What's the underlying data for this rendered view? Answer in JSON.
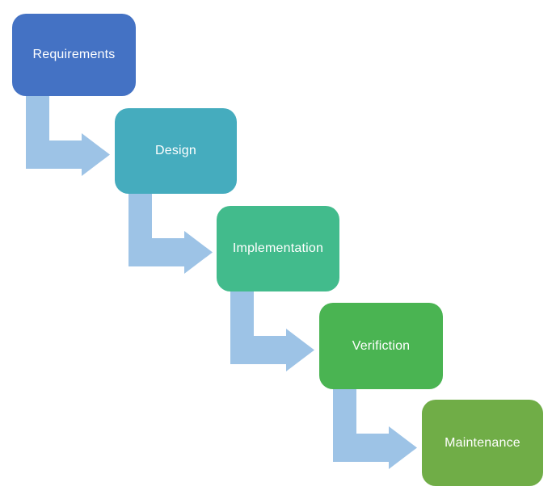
{
  "diagram": {
    "type": "waterfall-process-flow",
    "background_color": "#FFFFFF",
    "text_color": "#FFFFFF",
    "connector_color": "#9DC3E6",
    "stages": [
      {
        "label": "Requirements",
        "color": "#4472C4"
      },
      {
        "label": "Design",
        "color": "#45ACBE"
      },
      {
        "label": "Implementation",
        "color": "#42BB8C"
      },
      {
        "label": "Verifiction",
        "color": "#4AB452"
      },
      {
        "label": "Maintenance",
        "color": "#70AD47"
      }
    ]
  }
}
